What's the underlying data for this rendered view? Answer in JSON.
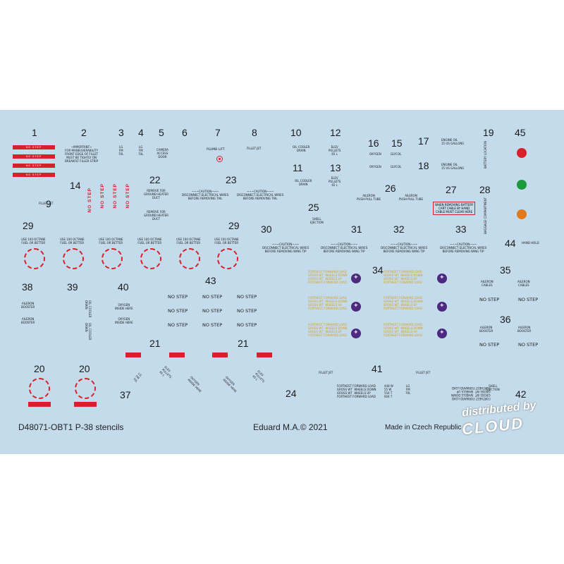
{
  "numbers": [
    "1",
    "2",
    "3",
    "4",
    "5",
    "6",
    "7",
    "8",
    "9",
    "10",
    "11",
    "12",
    "13",
    "14",
    "15",
    "16",
    "17",
    "18",
    "19",
    "20",
    "20",
    "21",
    "21",
    "22",
    "23",
    "24",
    "25",
    "26",
    "27",
    "28",
    "29",
    "29",
    "30",
    "31",
    "32",
    "33",
    "34",
    "35",
    "36",
    "37",
    "38",
    "39",
    "40",
    "41",
    "42",
    "43",
    "44",
    "45"
  ],
  "labels": {
    "no_step": "NO STEP",
    "important": "~IMPORTANT~\nFOR MANEUVERABILITY\nFRONT EDGE OF FILLET\nMUST BE TIGHTLY ON\nBREAKFLT FILLER STRIP",
    "remove_heater": "REMOVE FOR\nGROUND HEATER\nDUCT",
    "caution_tail": "~~~CAUTION~~~\nDISCONNECT ELECTRICAL WIRES\nBEFORE REMOVING TAIL",
    "caution_wing": "~~~CAUTION~~~\nDISCONNECT ELECTRICAL WIRES\nBEFORE REMOVING WING TIP",
    "octane": "USE 100 OCTANE\nFUEL OR BETTER",
    "oil_cooler": "OIL COOLER\nDRAIN",
    "elev_pullets": "ELEV\nPULLETS\n65 L",
    "engine_oil": "ENGINE OIL\n15 US GALLONS",
    "battery_location": "BATTERY LOCATION",
    "baggage_compartment": "BAGGAGE COMPARTMENT",
    "battery_warning": "WHEN REMOVING BATTERY\nCART CABLE BY HAND\nCABLE MUST CLEAR HERE",
    "aileron_push": "AILERON\nPUSH-PULL TUBE",
    "shell_ejection": "SHELL\nEJECTION",
    "oxygen": "OXYGEN",
    "glycol": "GLYCOL",
    "hand_hold": "HAND HOLD",
    "aileron_cables": "AILERON\nCABLES",
    "aileron_booster": "AILERON\nBOOSTER",
    "oxygen_inside": "OXYGEN\nINSIDE HERE",
    "fillet": "FILLET JET",
    "plumb_lift": "PLUMB LIFT",
    "camera_access": "CAMERA\nACCESS\nDOOR",
    "lg": "LG\nFM\n70L",
    "load_table": "FORTHEST FORWARD LOAD\nGROSS WT  WHEELS DOWN\nGROSS WT  WHEELS UP\nFORTHEST FORWARD LOAD",
    "load_values": "448 W\n55 W\n554 T\n604 T"
  },
  "footer": {
    "left": "D48071-OBT1  P-38 stencils",
    "center": "Eduard M.A.© 2021",
    "right": "Made in Czech Republic"
  },
  "watermark": {
    "line1": "distributed by",
    "line2": "CLOUD"
  },
  "colors": {
    "sheet": "#c4dbeb",
    "red": "#d9202a",
    "green": "#1a9a3a",
    "amber": "#e07a1c",
    "purple": "#4d2a80",
    "yellow_text": "#d8a020"
  }
}
